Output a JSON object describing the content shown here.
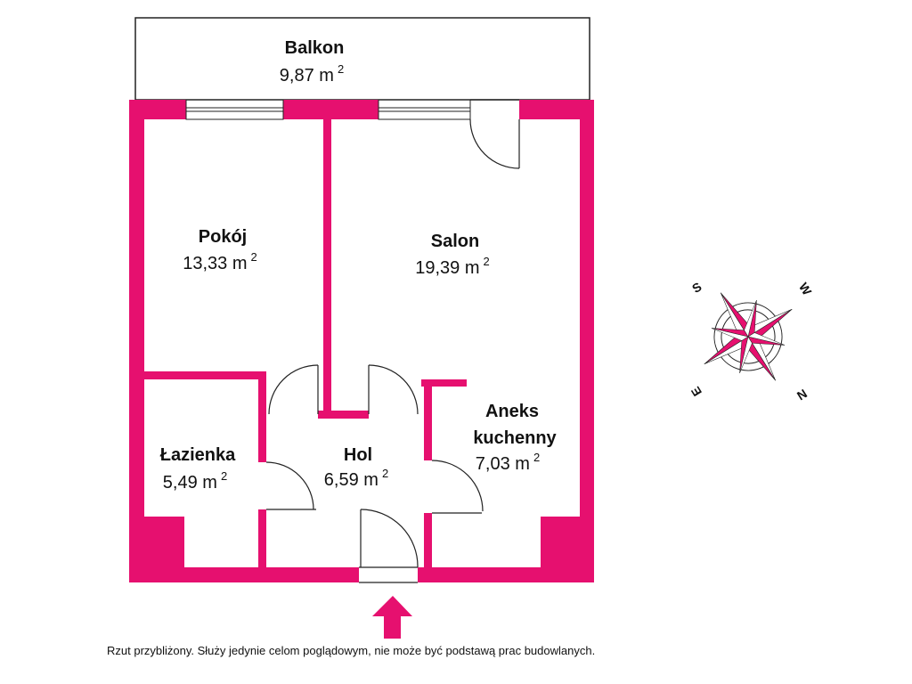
{
  "rooms": {
    "balkon": {
      "name": "Balkon",
      "area": "9,87 m",
      "sup": "2"
    },
    "pokoj": {
      "name": "Pokój",
      "area": "13,33 m",
      "sup": "2"
    },
    "salon": {
      "name": "Salon",
      "area": "19,39 m",
      "sup": "2"
    },
    "lazienka": {
      "name": "Łazienka",
      "area": "5,49 m",
      "sup": "2"
    },
    "hol": {
      "name": "Hol",
      "area": "6,59 m",
      "sup": "2"
    },
    "aneks": {
      "name_line1": "Aneks",
      "name_line2": "kuchenny",
      "area": "7,03 m",
      "sup": "2"
    }
  },
  "compass": {
    "n": "N",
    "e": "E",
    "s": "S",
    "w": "W"
  },
  "disclaimer": "Rzut przybliżony. Służy jedynie celom poglądowym, nie może być podstawą prac budowlanych.",
  "colors": {
    "wall": "#e6106f",
    "line": "#222222"
  }
}
